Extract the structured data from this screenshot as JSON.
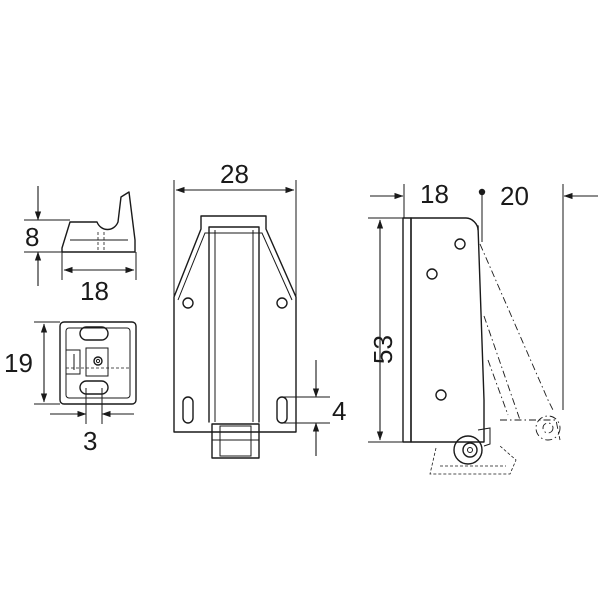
{
  "dimensions": {
    "striker_height": "8",
    "striker_width": "18",
    "striker_plan_height": "19",
    "striker_slot_width": "3",
    "body_width": "28",
    "body_slot_length": "4",
    "side_depth": "18",
    "side_travel": "20",
    "side_height": "53"
  },
  "colors": {
    "line": "#1a1a1a",
    "background": "#ffffff"
  }
}
